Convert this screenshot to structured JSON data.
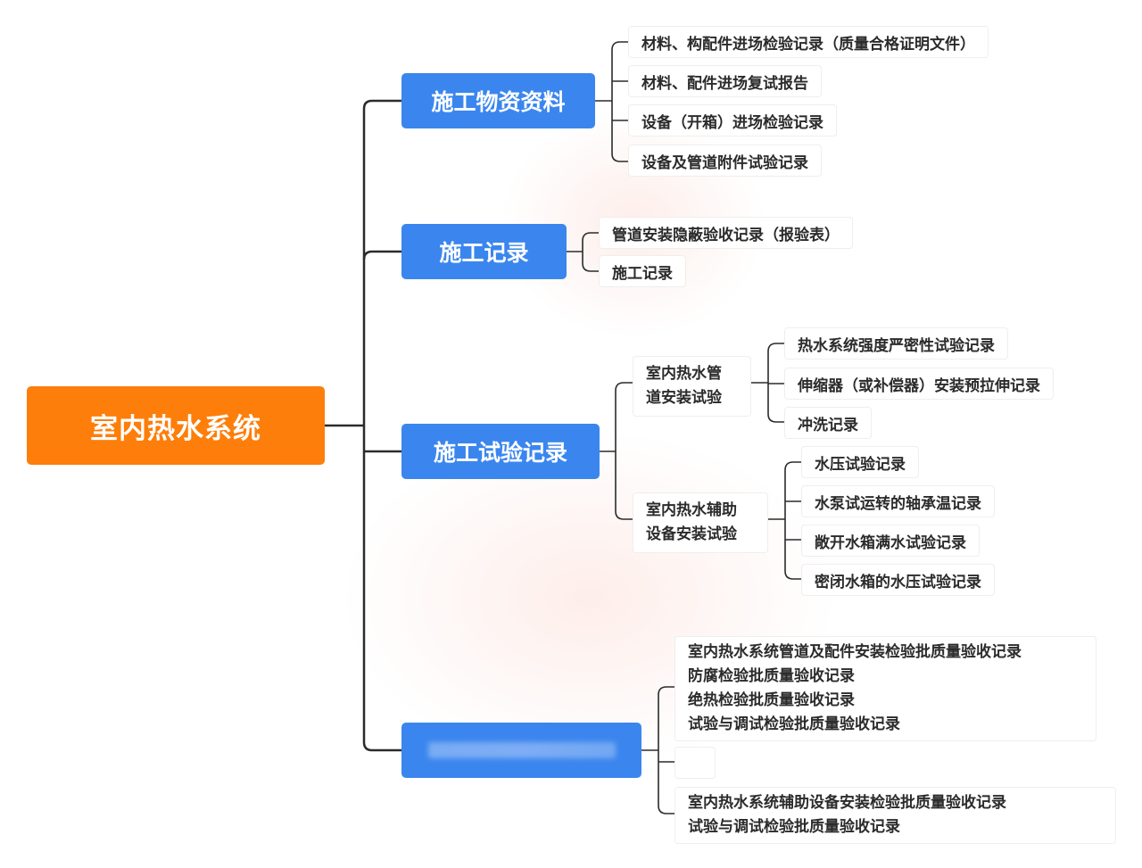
{
  "root": {
    "label": "室内热水系统",
    "color": "#fd7e0a"
  },
  "branch_color": "#3b86ee",
  "branches": [
    {
      "label": "施工物资资料",
      "children": [
        "材料、构配件进场检验记录（质量合格证明文件）",
        "材料、配件进场复试报告",
        "设备（开箱）进场检验记录",
        "设备及管道附件试验记录"
      ]
    },
    {
      "label": "施工记录",
      "children": [
        "管道安装隐蔽验收记录（报验表）",
        "施工记录"
      ]
    },
    {
      "label": "施工试验记录",
      "groups": [
        {
          "label_line1": "室内热水管",
          "label_line2": "道安装试验",
          "children": [
            "热水系统强度严密性试验记录",
            "伸缩器（或补偿器）安装预拉伸记录",
            "冲洗记录"
          ]
        },
        {
          "label_line1": "室内热水辅助",
          "label_line2": "设备安装试验",
          "children": [
            "水压试验记录",
            "水泵试运转的轴承温记录",
            "敞开水箱满水试验记录",
            "密闭水箱的水压试验记录"
          ]
        }
      ]
    },
    {
      "label": "",
      "label_obscured": true,
      "children_blocks": [
        [
          "室内热水系统管道及配件安装检验批质量验收记录",
          "防腐检验批质量验收记录",
          "绝热检验批质量验收记录",
          "试验与调试检验批质量验收记录"
        ],
        [],
        [
          "室内热水系统辅助设备安装检验批质量验收记录",
          "试验与调试检验批质量验收记录"
        ]
      ]
    }
  ]
}
